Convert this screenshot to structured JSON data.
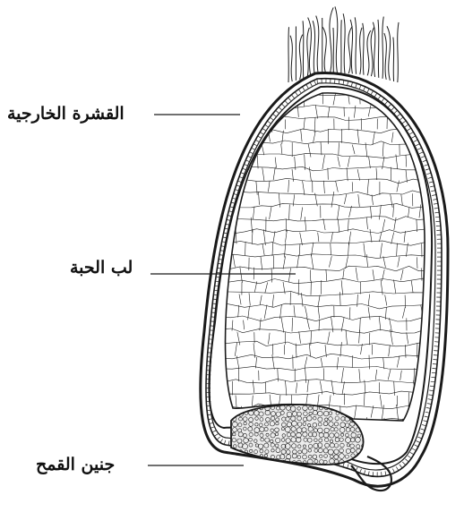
{
  "diagram": {
    "labels": {
      "outer_husk": "القشرة الخارجية",
      "endosperm": "لب الحبة",
      "germ": "جنين القمح"
    },
    "colors": {
      "ink": "#1a1a1a",
      "background": "#ffffff",
      "germ_fill": "#ececec"
    }
  }
}
